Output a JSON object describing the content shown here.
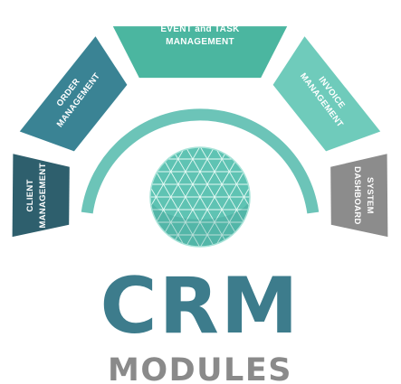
{
  "title": "CRM",
  "subtitle": "MODULES",
  "colors": {
    "title": "#3d7c8c",
    "subtitle": "#8a8a8a",
    "inner_arc": "#6cc4b8",
    "globe_fill": "#5fc3b3",
    "globe_line": "#e6faf5"
  },
  "modules": [
    {
      "key": "client",
      "lines": [
        "CLIENT",
        "MANAGEMENT"
      ],
      "color": "#2e5f6d",
      "icon": "client-management-segment"
    },
    {
      "key": "order",
      "lines": [
        "ORDER",
        "MANAGEMENT"
      ],
      "color": "#3a8394",
      "icon": "order-management-segment"
    },
    {
      "key": "event",
      "lines": [
        "EVENT and TASK",
        "MANAGEMENT"
      ],
      "color": "#4bb6a0",
      "icon": "event-task-management-segment"
    },
    {
      "key": "invoice",
      "lines": [
        "INVOICE",
        "MANAGEMENT"
      ],
      "color": "#6fcbbb",
      "icon": "invoice-management-segment"
    },
    {
      "key": "dashboard",
      "lines": [
        "SYSTEM",
        "DASHBOARD"
      ],
      "color": "#8c8c8c",
      "icon": "system-dashboard-segment"
    }
  ]
}
